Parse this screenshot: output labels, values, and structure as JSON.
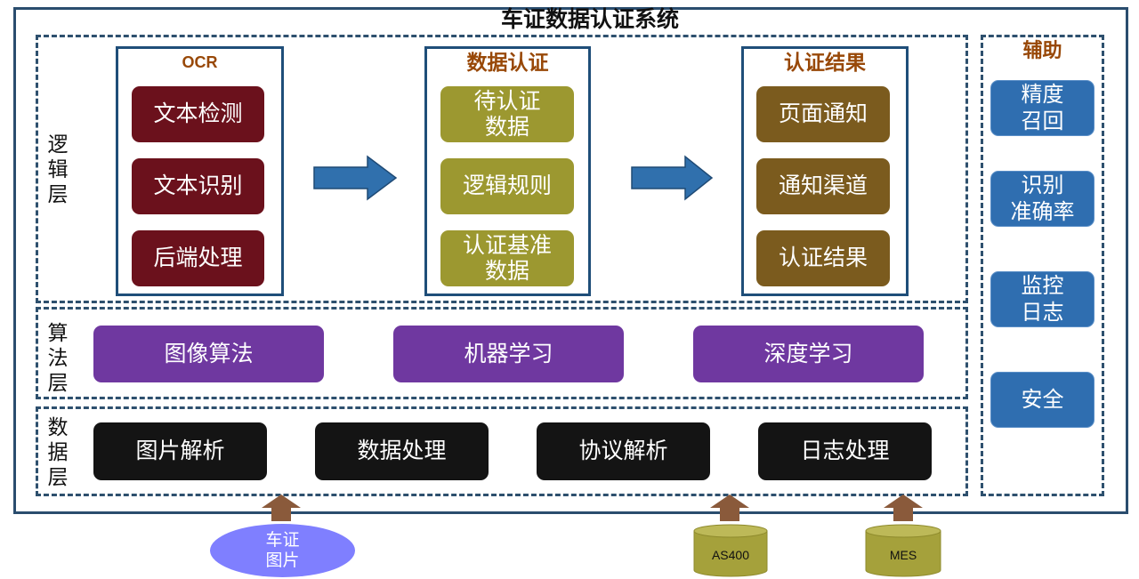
{
  "title": "车证数据认证系统",
  "colors": {
    "frame": "#2A4D6E",
    "dashed": "#2E506E",
    "module_border": "#1F4E79",
    "module_title": "#984807",
    "ocr_item": "#6B111C",
    "auth_item": "#9C9830",
    "result_item": "#7B5B1E",
    "algo_item": "#6F38A0",
    "data_item": "#141414",
    "aux_item": "#2F6EB0",
    "flow_arrow": "#3070AD",
    "input_arrow": "#8A5A3B",
    "image_source": "#7F7FFF",
    "db_source": "#A5A13B",
    "db_source_top": "#BDB958"
  },
  "logic_layer": {
    "label": "逻辑层",
    "modules": [
      {
        "title": "OCR",
        "items": [
          "文本检测",
          "文本识别",
          "后端处理"
        ]
      },
      {
        "title": "数据认证",
        "items": [
          "待认证\n数据",
          "逻辑规则",
          "认证基准\n数据"
        ]
      },
      {
        "title": "认证结果",
        "items": [
          "页面通知",
          "通知渠道",
          "认证结果"
        ]
      }
    ]
  },
  "algorithm_layer": {
    "label": "算法层",
    "items": [
      "图像算法",
      "机器学习",
      "深度学习"
    ]
  },
  "data_layer": {
    "label": "数据层",
    "items": [
      "图片解析",
      "数据处理",
      "协议解析",
      "日志处理"
    ]
  },
  "auxiliary": {
    "title": "辅助",
    "items": [
      "精度\n召回",
      "识别\n准确率",
      "监控\n日志",
      "安全"
    ]
  },
  "sources": [
    {
      "label": "车证\n图片"
    },
    {
      "label": "AS400"
    },
    {
      "label": "MES"
    }
  ]
}
